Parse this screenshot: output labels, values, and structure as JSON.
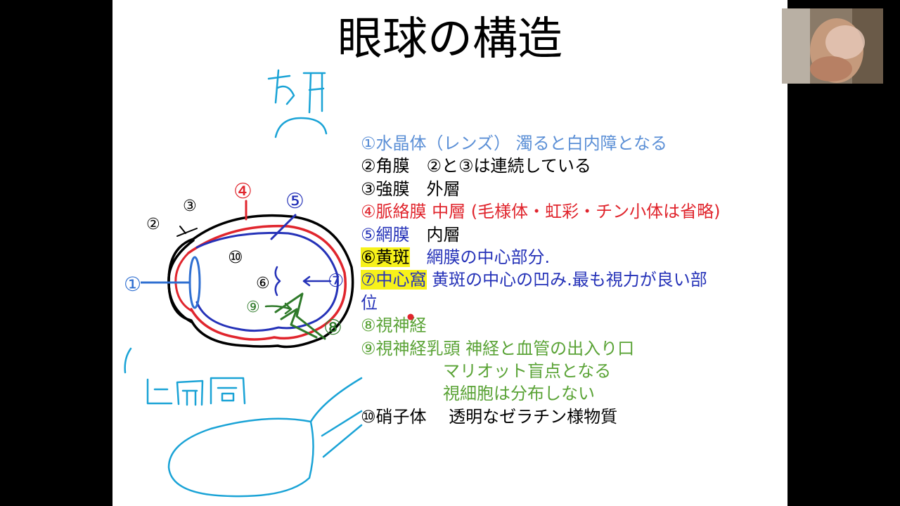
{
  "title": "眼球の構造",
  "notes": [
    {
      "label": "①水晶体（レンズ）",
      "text": " 濁ると白内障となる"
    },
    {
      "label": "②角膜",
      "text": "　②と③は連続している"
    },
    {
      "label": "③強膜",
      "text": "　外層"
    },
    {
      "label": "④脈絡膜",
      "text": " 中層 (毛様体・虹彩・チン小体は省略)"
    },
    {
      "label": "⑤網膜",
      "text": "　内層"
    },
    {
      "label": "⑥黄斑",
      "text": "　網膜の中心部分."
    },
    {
      "label": "⑦中心窩",
      "text": " 黄斑の中心の凹み.最も視力が良い部"
    },
    {
      "label": "",
      "text": "位"
    },
    {
      "label": "⑧視神経",
      "text": ""
    },
    {
      "label": "⑨視神経乳頭",
      "text": " 神経と血管の出入り口"
    },
    {
      "label": "",
      "text": "マリオット盲点となる"
    },
    {
      "label": "",
      "text": "視細胞は分布しない"
    },
    {
      "label": "⑩硝子体",
      "text": "　 透明なゼラチン様物質"
    }
  ],
  "diagram": {
    "labels": {
      "n1": "①",
      "n2": "②",
      "n3": "③",
      "n4": "④",
      "n5": "⑤",
      "n6": "⑥",
      "n7": "⑦",
      "n8": "⑧",
      "n9": "⑨",
      "n10": "⑩"
    },
    "colors": {
      "sclera": "#000000",
      "choroid": "#e0252d",
      "retina": "#2532b8",
      "nerve": "#2f7a2a",
      "annotation": "#1aa3d6",
      "lens": "#2f6fd1"
    }
  }
}
